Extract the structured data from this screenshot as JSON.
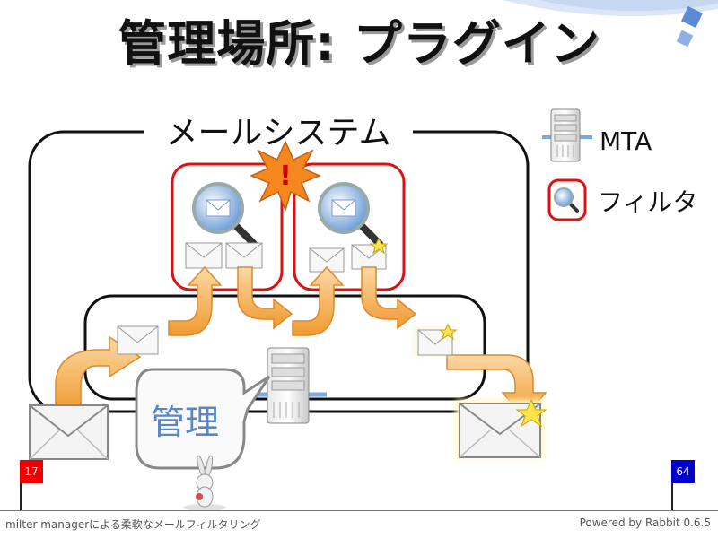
{
  "slide": {
    "title": "管理場所: プラグイン",
    "system_label": "メールシステム",
    "manage_label": "管理"
  },
  "legend": [
    {
      "icon": "server-icon",
      "label": "MTA"
    },
    {
      "icon": "filter-icon",
      "label": "フィルタ"
    }
  ],
  "progress": {
    "current_page": "17",
    "total_pages": "64"
  },
  "footer": {
    "left": "milter managerによる柔軟なメールフィルタリング",
    "right": "Powered by Rabbit 0.6.5"
  },
  "colors": {
    "filter_border": "#dd1111",
    "arrow_fill": "#f5a94a",
    "current_flag": "#ee0000",
    "total_flag": "#0000cc"
  }
}
